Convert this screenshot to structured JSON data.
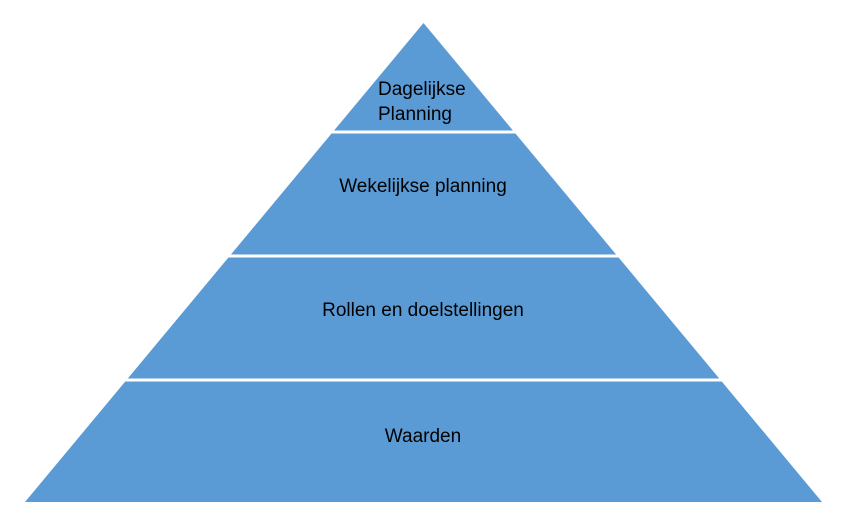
{
  "fill_color": "#5b9bd5",
  "divider_color": "#ffffff",
  "layers": [
    {
      "label_line1": "Dagelijkse",
      "label_line2": "Planning"
    },
    {
      "label": "Wekelijkse planning"
    },
    {
      "label": "Rollen en doelstellingen"
    },
    {
      "label": "Waarden"
    }
  ]
}
